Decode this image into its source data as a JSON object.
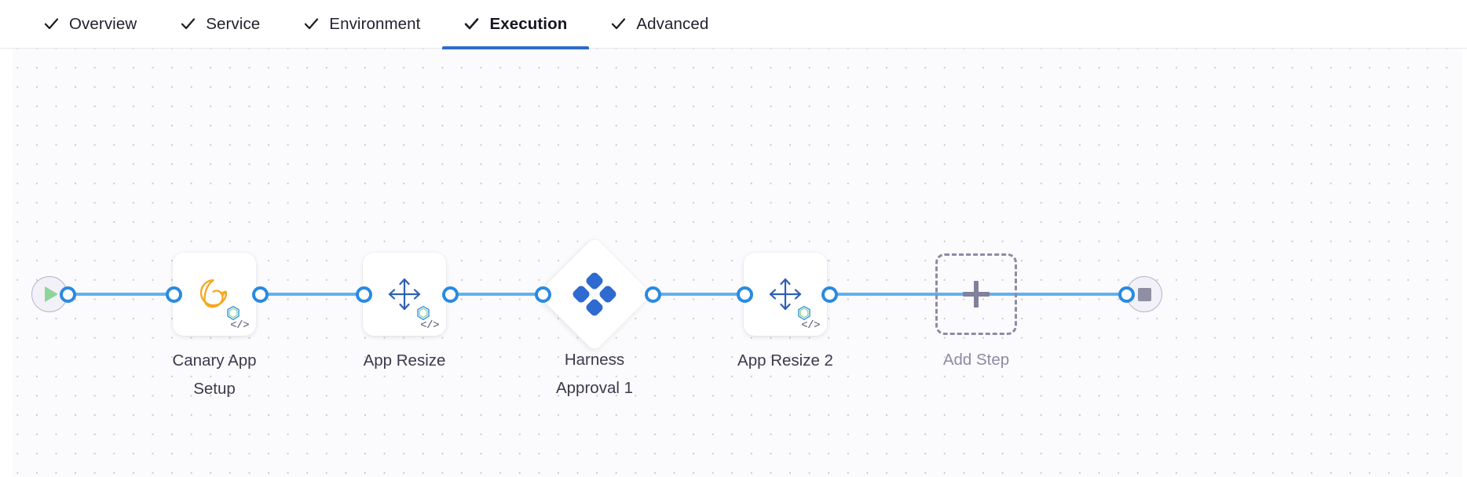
{
  "tabs": [
    {
      "label": "Overview",
      "icon": "check-icon",
      "active": false
    },
    {
      "label": "Service",
      "icon": "check-icon",
      "active": false
    },
    {
      "label": "Environment",
      "icon": "check-icon",
      "active": false
    },
    {
      "label": "Execution",
      "icon": "check-icon",
      "active": true
    },
    {
      "label": "Advanced",
      "icon": "check-icon",
      "active": false
    }
  ],
  "colors": {
    "accent_blue": "#2f6ad0",
    "connector_blue": "#5fb1f0",
    "port_blue": "#2a8ae0",
    "canary_orange": "#f5a623",
    "harness_blue": "#2f6ad0",
    "start_green": "#8fd49a",
    "end_gray": "#8e8ea4",
    "dashed_gray": "#8d8aa6",
    "canvas_bg": "#fbfbfd",
    "label_text": "#3a3a4c"
  },
  "pipeline": {
    "start_node": {
      "name": "start-node",
      "icon": "play-icon"
    },
    "end_node": {
      "name": "end-node",
      "icon": "stop-icon"
    },
    "steps": [
      {
        "label": "Canary App\nSetup",
        "icon": "canary-bird-icon",
        "shape": "card",
        "badge": "hexagon-badge",
        "code_mark": "</>"
      },
      {
        "label": "App Resize",
        "icon": "resize-arrows-icon",
        "shape": "card",
        "badge": "hexagon-badge",
        "code_mark": "</>"
      },
      {
        "label": "Harness\nApproval 1",
        "icon": "harness-approval-icon",
        "shape": "diamond",
        "badge": null,
        "code_mark": null
      },
      {
        "label": "App Resize 2",
        "icon": "resize-arrows-icon",
        "shape": "card",
        "badge": "hexagon-badge",
        "code_mark": "</>"
      },
      {
        "label": "Add Step",
        "icon": "plus-icon",
        "shape": "dashed",
        "badge": null,
        "code_mark": null
      }
    ]
  }
}
